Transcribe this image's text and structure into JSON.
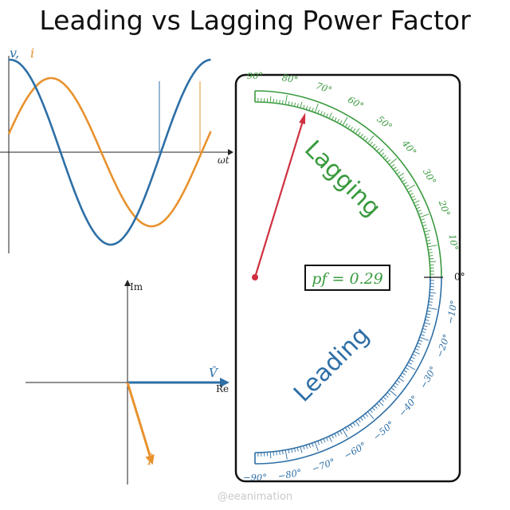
{
  "title": "Leading vs Lagging Power Factor",
  "colors": {
    "voltage": "#2d6fa6",
    "current": "#e8922e",
    "lag": "#3a9a3e",
    "lead": "#2d6fa6",
    "needle": "#cf3040"
  },
  "waveform": {
    "v_label": "v,",
    "i_label": "i",
    "x_label": "ωt",
    "current_phase_lag_deg": 73
  },
  "phasor": {
    "im_label": "Im",
    "re_label": "Re",
    "v_label": "V̂",
    "i_label": "Î",
    "current_angle_deg": -73
  },
  "meter": {
    "lag_text": "Lagging",
    "lead_text": "Leading",
    "pf_readout": "pf = 0.29",
    "needle_angle_deg": 73,
    "labels": {
      "lag": [
        "90°",
        "80°",
        "70°",
        "60°",
        "50°",
        "40°",
        "30°",
        "20°",
        "10°"
      ],
      "zero": "0°",
      "lead": [
        "−10°",
        "−20°",
        "−30°",
        "−40°",
        "−50°",
        "−60°",
        "−70°",
        "−80°",
        "−90°"
      ]
    }
  },
  "watermark": "@eeanimation"
}
